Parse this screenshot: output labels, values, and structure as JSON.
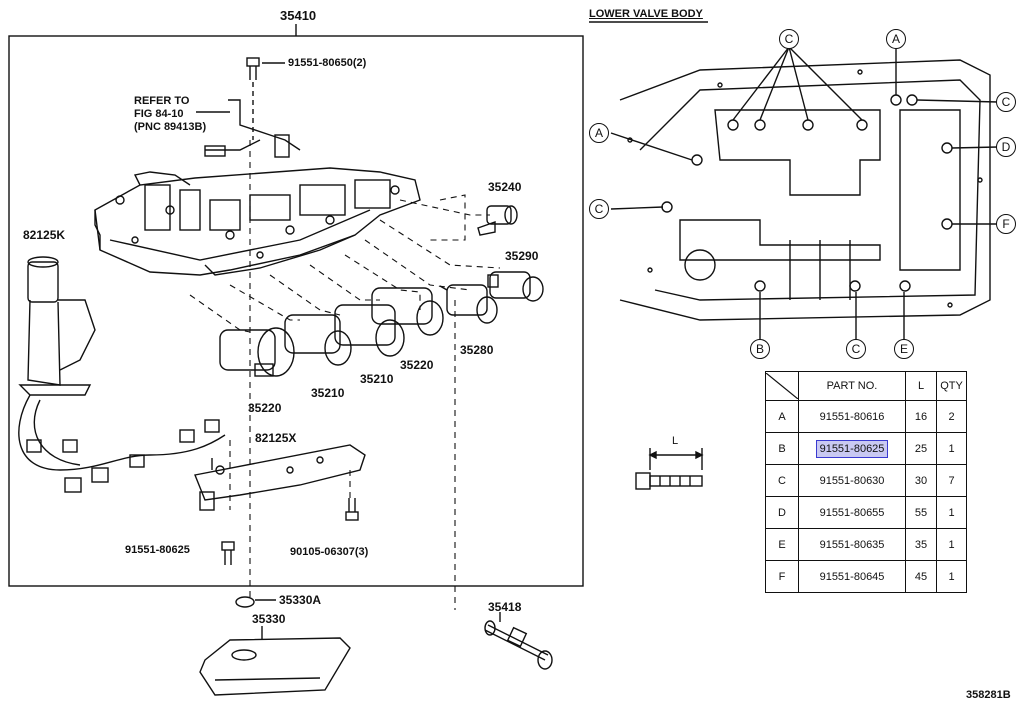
{
  "title_main": "35410",
  "lower_valve_body": "LOWER VALVE BODY",
  "refer_note": [
    "REFER TO",
    "FIG 84-10",
    "(PNC 89413B)"
  ],
  "bolt_top": "91551-80650(2)",
  "parts": {
    "p35240": "35240",
    "p35290": "35290",
    "p35280": "35280",
    "p35220a": "35220",
    "p35220b": "35220",
    "p35210a": "35210",
    "p35210b": "35210",
    "p82125K": "82125K",
    "p82125X": "82125X",
    "p91551_80625": "91551-80625",
    "p90105": "90105-06307(3)",
    "p35330A": "35330A",
    "p35330": "35330",
    "p35418": "35418",
    "diagram_id": "358281B"
  },
  "bolt_dim": "L",
  "callouts": {
    "A": "A",
    "B": "B",
    "C": "C",
    "D": "D",
    "E": "E",
    "F": "F"
  },
  "table": {
    "headers": [
      "",
      "PART NO.",
      "L",
      "QTY"
    ],
    "rows": [
      {
        "key": "A",
        "part": "91551-80616",
        "l": "16",
        "qty": "2"
      },
      {
        "key": "B",
        "part": "91551-80625",
        "l": "25",
        "qty": "1"
      },
      {
        "key": "C",
        "part": "91551-80630",
        "l": "30",
        "qty": "7"
      },
      {
        "key": "D",
        "part": "91551-80655",
        "l": "55",
        "qty": "1"
      },
      {
        "key": "E",
        "part": "91551-80635",
        "l": "35",
        "qty": "1"
      },
      {
        "key": "F",
        "part": "91551-80645",
        "l": "45",
        "qty": "1"
      }
    ],
    "highlighted_row": "B"
  }
}
